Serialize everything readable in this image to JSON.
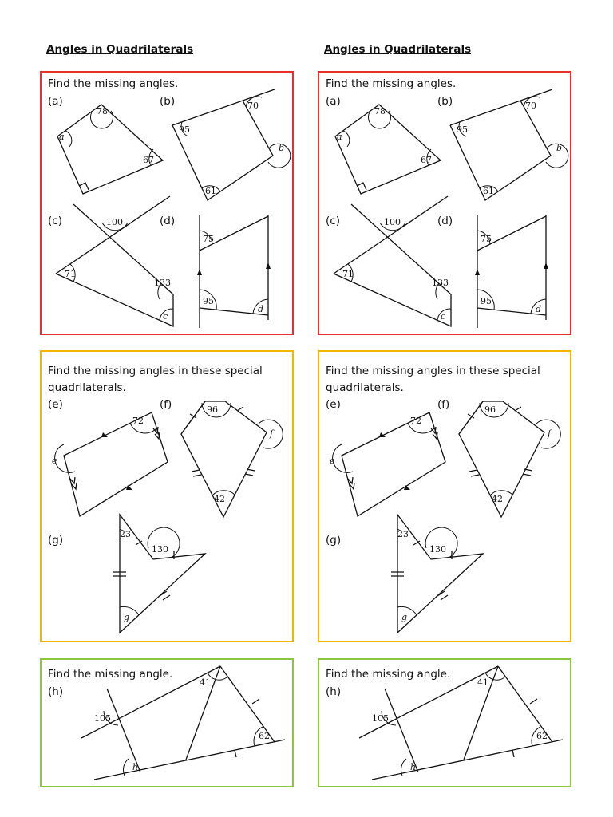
{
  "heading": "Angles in Quadrilaterals",
  "section1": {
    "instruction": "Find the missing angles.",
    "a": {
      "label": "(a)",
      "angles": [
        "78",
        "a",
        "67"
      ]
    },
    "b": {
      "label": "(b)",
      "angles": [
        "70",
        "95",
        "b",
        "61"
      ]
    },
    "c": {
      "label": "(c)",
      "angles": [
        "100",
        "71",
        "133",
        "c"
      ]
    },
    "d": {
      "label": "(d)",
      "angles": [
        "75",
        "95",
        "d"
      ]
    }
  },
  "section2": {
    "instruction_line1": "Find the missing angles in these special",
    "instruction_line2": "quadrilaterals.",
    "e": {
      "label": "(e)",
      "angles": [
        "72",
        "e"
      ]
    },
    "f": {
      "label": "(f)",
      "angles": [
        "96",
        "f",
        "42"
      ]
    },
    "g": {
      "label": "(g)",
      "angles": [
        "23",
        "130",
        "g"
      ]
    }
  },
  "section3": {
    "instruction": "Find the missing angle.",
    "h": {
      "label": "(h)",
      "angles": [
        "41",
        "105",
        "62",
        "h"
      ]
    }
  },
  "colors": {
    "box1": "#e8302a",
    "box2": "#f4b400",
    "box3": "#8cc63e"
  }
}
